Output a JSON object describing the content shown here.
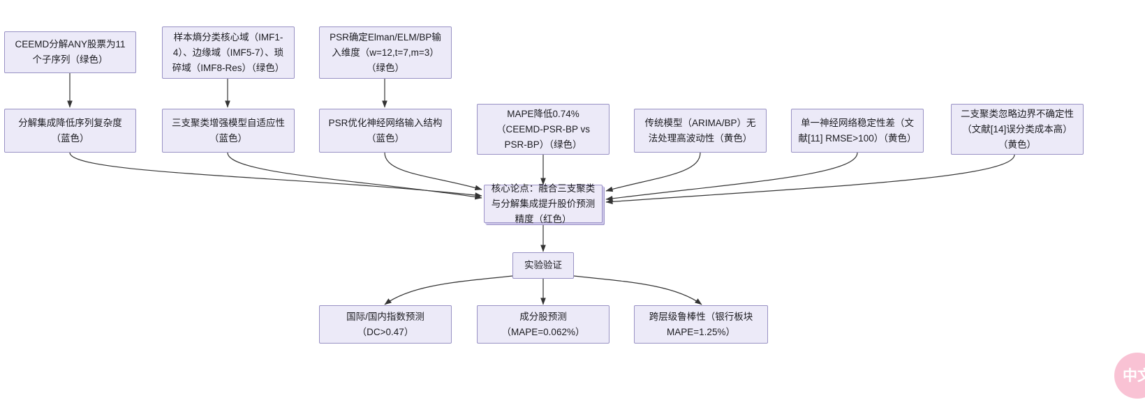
{
  "diagram": {
    "type": "flowchart",
    "title": "",
    "edge_color": "#333333",
    "node_fill": "#ECEAF8",
    "node_border": "#9891C4",
    "nodes": {
      "t1": "CEEMD分解ANY股票为11个子序列（绿色）",
      "t2": "样本熵分类核心域（IMF1-4）、边缘域（IMF5-7）、琐碎域（IMF8-Res）（绿色）",
      "t3": "PSR确定Elman/ELM/BP输入维度（w=12,t=7,m=3）（绿色）",
      "m1": "分解集成降低序列复杂度（蓝色）",
      "m2": "三支聚类增强模型自适应性（蓝色）",
      "m3": "PSR优化神经网络输入结构（蓝色）",
      "m4": "MAPE降低0.74%（CEEMD-PSR-BP vs PSR-BP）（绿色）",
      "m5": "传统模型（ARIMA/BP）无法处理高波动性（黄色）",
      "m6": "单一神经网络稳定性差（文献[11] RMSE>100）（黄色）",
      "m7": "二支聚类忽略边界不确定性（文献[14]误分类成本高）（黄色）",
      "core": "核心论点：融合三支聚类与分解集成提升股价预测精度（红色）",
      "verify": "实验验证",
      "r1": "国际/国内指数预测（DC>0.47）",
      "r2": "成分股预测（MAPE=0.062%）",
      "r3": "跨层级鲁棒性（银行板块MAPE=1.25%）"
    },
    "watermark": {
      "text": "中文",
      "color": "#F9BFD2"
    }
  }
}
